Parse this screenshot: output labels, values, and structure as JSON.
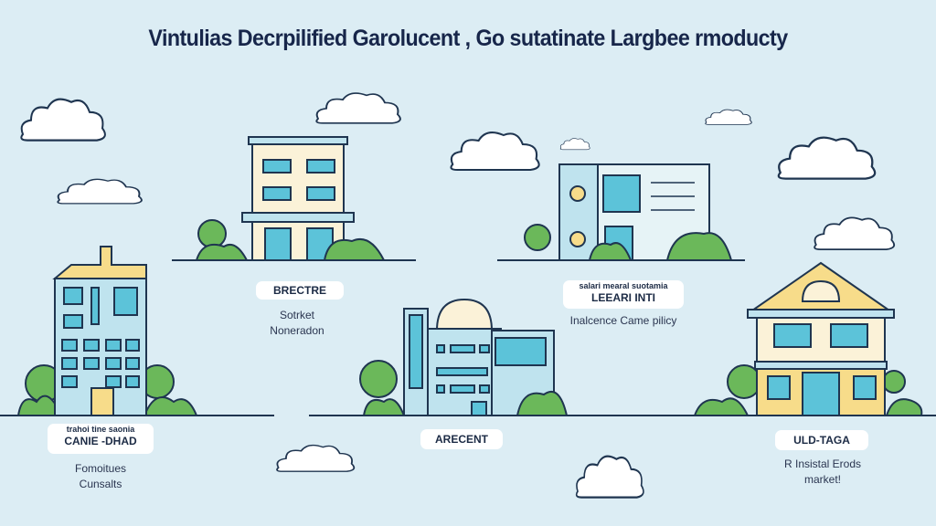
{
  "title": "Vintulias Decrpilified Garolucent , Go sutatinate Largbee rmoducty",
  "labels": {
    "top_center": {
      "title": "BRECTRE",
      "lines": [
        "Sotrket",
        "Noneradon"
      ]
    },
    "top_right": {
      "subtitle": "salari mearal suotamia",
      "title": "LEEARI INTI",
      "lines": [
        "Inalcence Came pilicy"
      ]
    },
    "bottom_left": {
      "subtitle": "trahoi tine saonia",
      "title": "CANIE -DHAD",
      "lines": [
        "Fomoitues",
        "Cunsalts"
      ]
    },
    "bottom_center": {
      "title": "ARECENT"
    },
    "bottom_right": {
      "title": "ULD-TAGA",
      "lines": [
        "R Insistal Erods",
        "market!"
      ]
    }
  },
  "colors": {
    "background": "#dcedf4",
    "outline": "#1f3550",
    "building": "#bfe3ee",
    "window": "#5cc3d9",
    "roof": "#f7dc8a",
    "tree": "#6bb85a"
  }
}
